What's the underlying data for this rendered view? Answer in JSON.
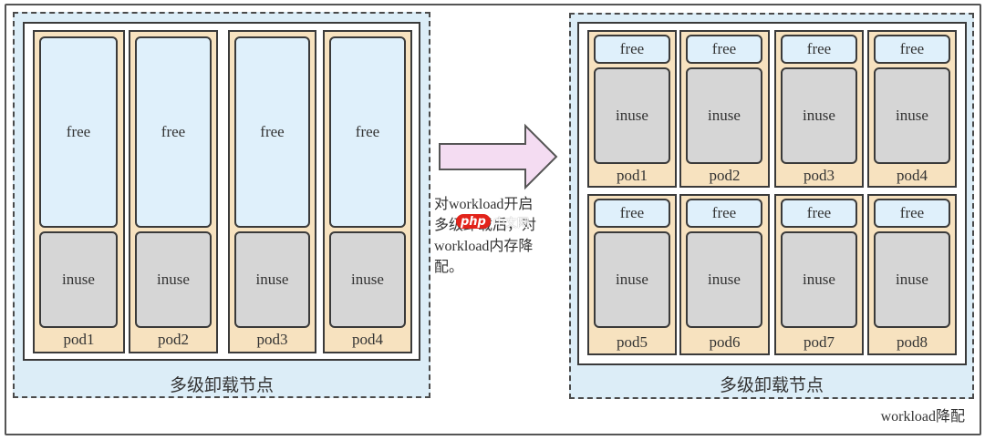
{
  "left_node": {
    "label": "多级卸载节点",
    "pods": [
      {
        "free": "free",
        "inuse": "inuse",
        "name": "pod1"
      },
      {
        "free": "free",
        "inuse": "inuse",
        "name": "pod2"
      },
      {
        "free": "free",
        "inuse": "inuse",
        "name": "pod3"
      },
      {
        "free": "free",
        "inuse": "inuse",
        "name": "pod4"
      }
    ]
  },
  "arrow_caption": "对workload开启\n多级卸载后，对\nworkload内存降\n配。",
  "right_node": {
    "label": "多级卸载节点",
    "pods": [
      {
        "free": "free",
        "inuse": "inuse",
        "name": "pod1"
      },
      {
        "free": "free",
        "inuse": "inuse",
        "name": "pod2"
      },
      {
        "free": "free",
        "inuse": "inuse",
        "name": "pod3"
      },
      {
        "free": "free",
        "inuse": "inuse",
        "name": "pod4"
      },
      {
        "free": "free",
        "inuse": "inuse",
        "name": "pod5"
      },
      {
        "free": "free",
        "inuse": "inuse",
        "name": "pod6"
      },
      {
        "free": "free",
        "inuse": "inuse",
        "name": "pod7"
      },
      {
        "free": "free",
        "inuse": "inuse",
        "name": "pod8"
      }
    ]
  },
  "corner_label": "workload降配",
  "watermark": {
    "badge": "php",
    "text": "中文网"
  },
  "colors": {
    "free": "#dff0fb",
    "inuse": "#d6d6d6",
    "pod": "#f7e2bf",
    "node": "#dcedf7",
    "arrow": "#f4dcf2"
  }
}
